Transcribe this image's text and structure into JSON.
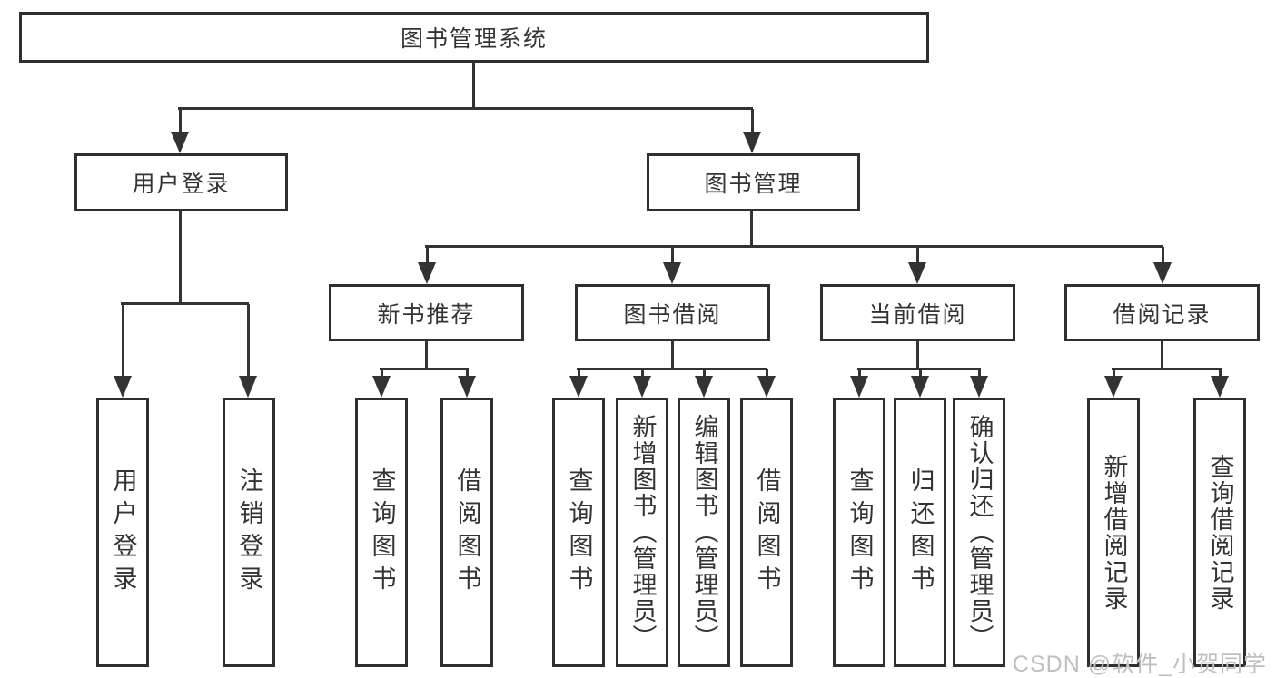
{
  "diagram": {
    "root": {
      "label": "图书管理系统"
    },
    "login": {
      "label": "用户登录"
    },
    "mgmt": {
      "label": "图书管理"
    },
    "l3": [
      {
        "label": "新书推荐"
      },
      {
        "label": "图书借阅"
      },
      {
        "label": "当前借阅"
      },
      {
        "label": "借阅记录"
      }
    ],
    "g1": [
      {
        "label": "用户登录"
      },
      {
        "label": "注销登录"
      }
    ],
    "g2": [
      {
        "label": "查询图书"
      },
      {
        "label": "借阅图书"
      }
    ],
    "g3": [
      {
        "label": "查询图书"
      },
      {
        "label": "新增图书（管理员）"
      },
      {
        "label": "编辑图书（管理员）"
      },
      {
        "label": "借阅图书"
      }
    ],
    "g4": [
      {
        "label": "查询图书"
      },
      {
        "label": "归还图书"
      },
      {
        "label": "确认归还（管理员）"
      }
    ],
    "g5": [
      {
        "label": "新增借阅记录"
      },
      {
        "label": "查询借阅记录"
      }
    ]
  },
  "watermark": {
    "text": "CSDN @软件_小贺同学"
  },
  "colors": {
    "line": "#333333",
    "box_border": "#2f2f2f",
    "text": "#333333",
    "watermark": "#bfbfbf",
    "background": "#ffffff"
  }
}
